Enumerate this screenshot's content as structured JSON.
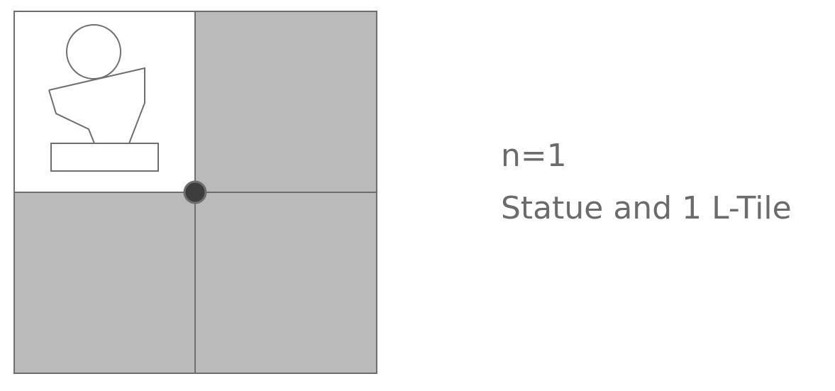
{
  "caption": {
    "line1": "n=1",
    "line2": "Statue and 1 L-Tile"
  },
  "colors": {
    "tile_fill": "#bababa",
    "empty_fill": "#ffffff",
    "stroke": "#6e6e6e",
    "center_dot": "#3d3d3d",
    "text": "#6b6b6b"
  },
  "icons": {
    "statue": "statue-icon",
    "center_point": "center-dot"
  }
}
